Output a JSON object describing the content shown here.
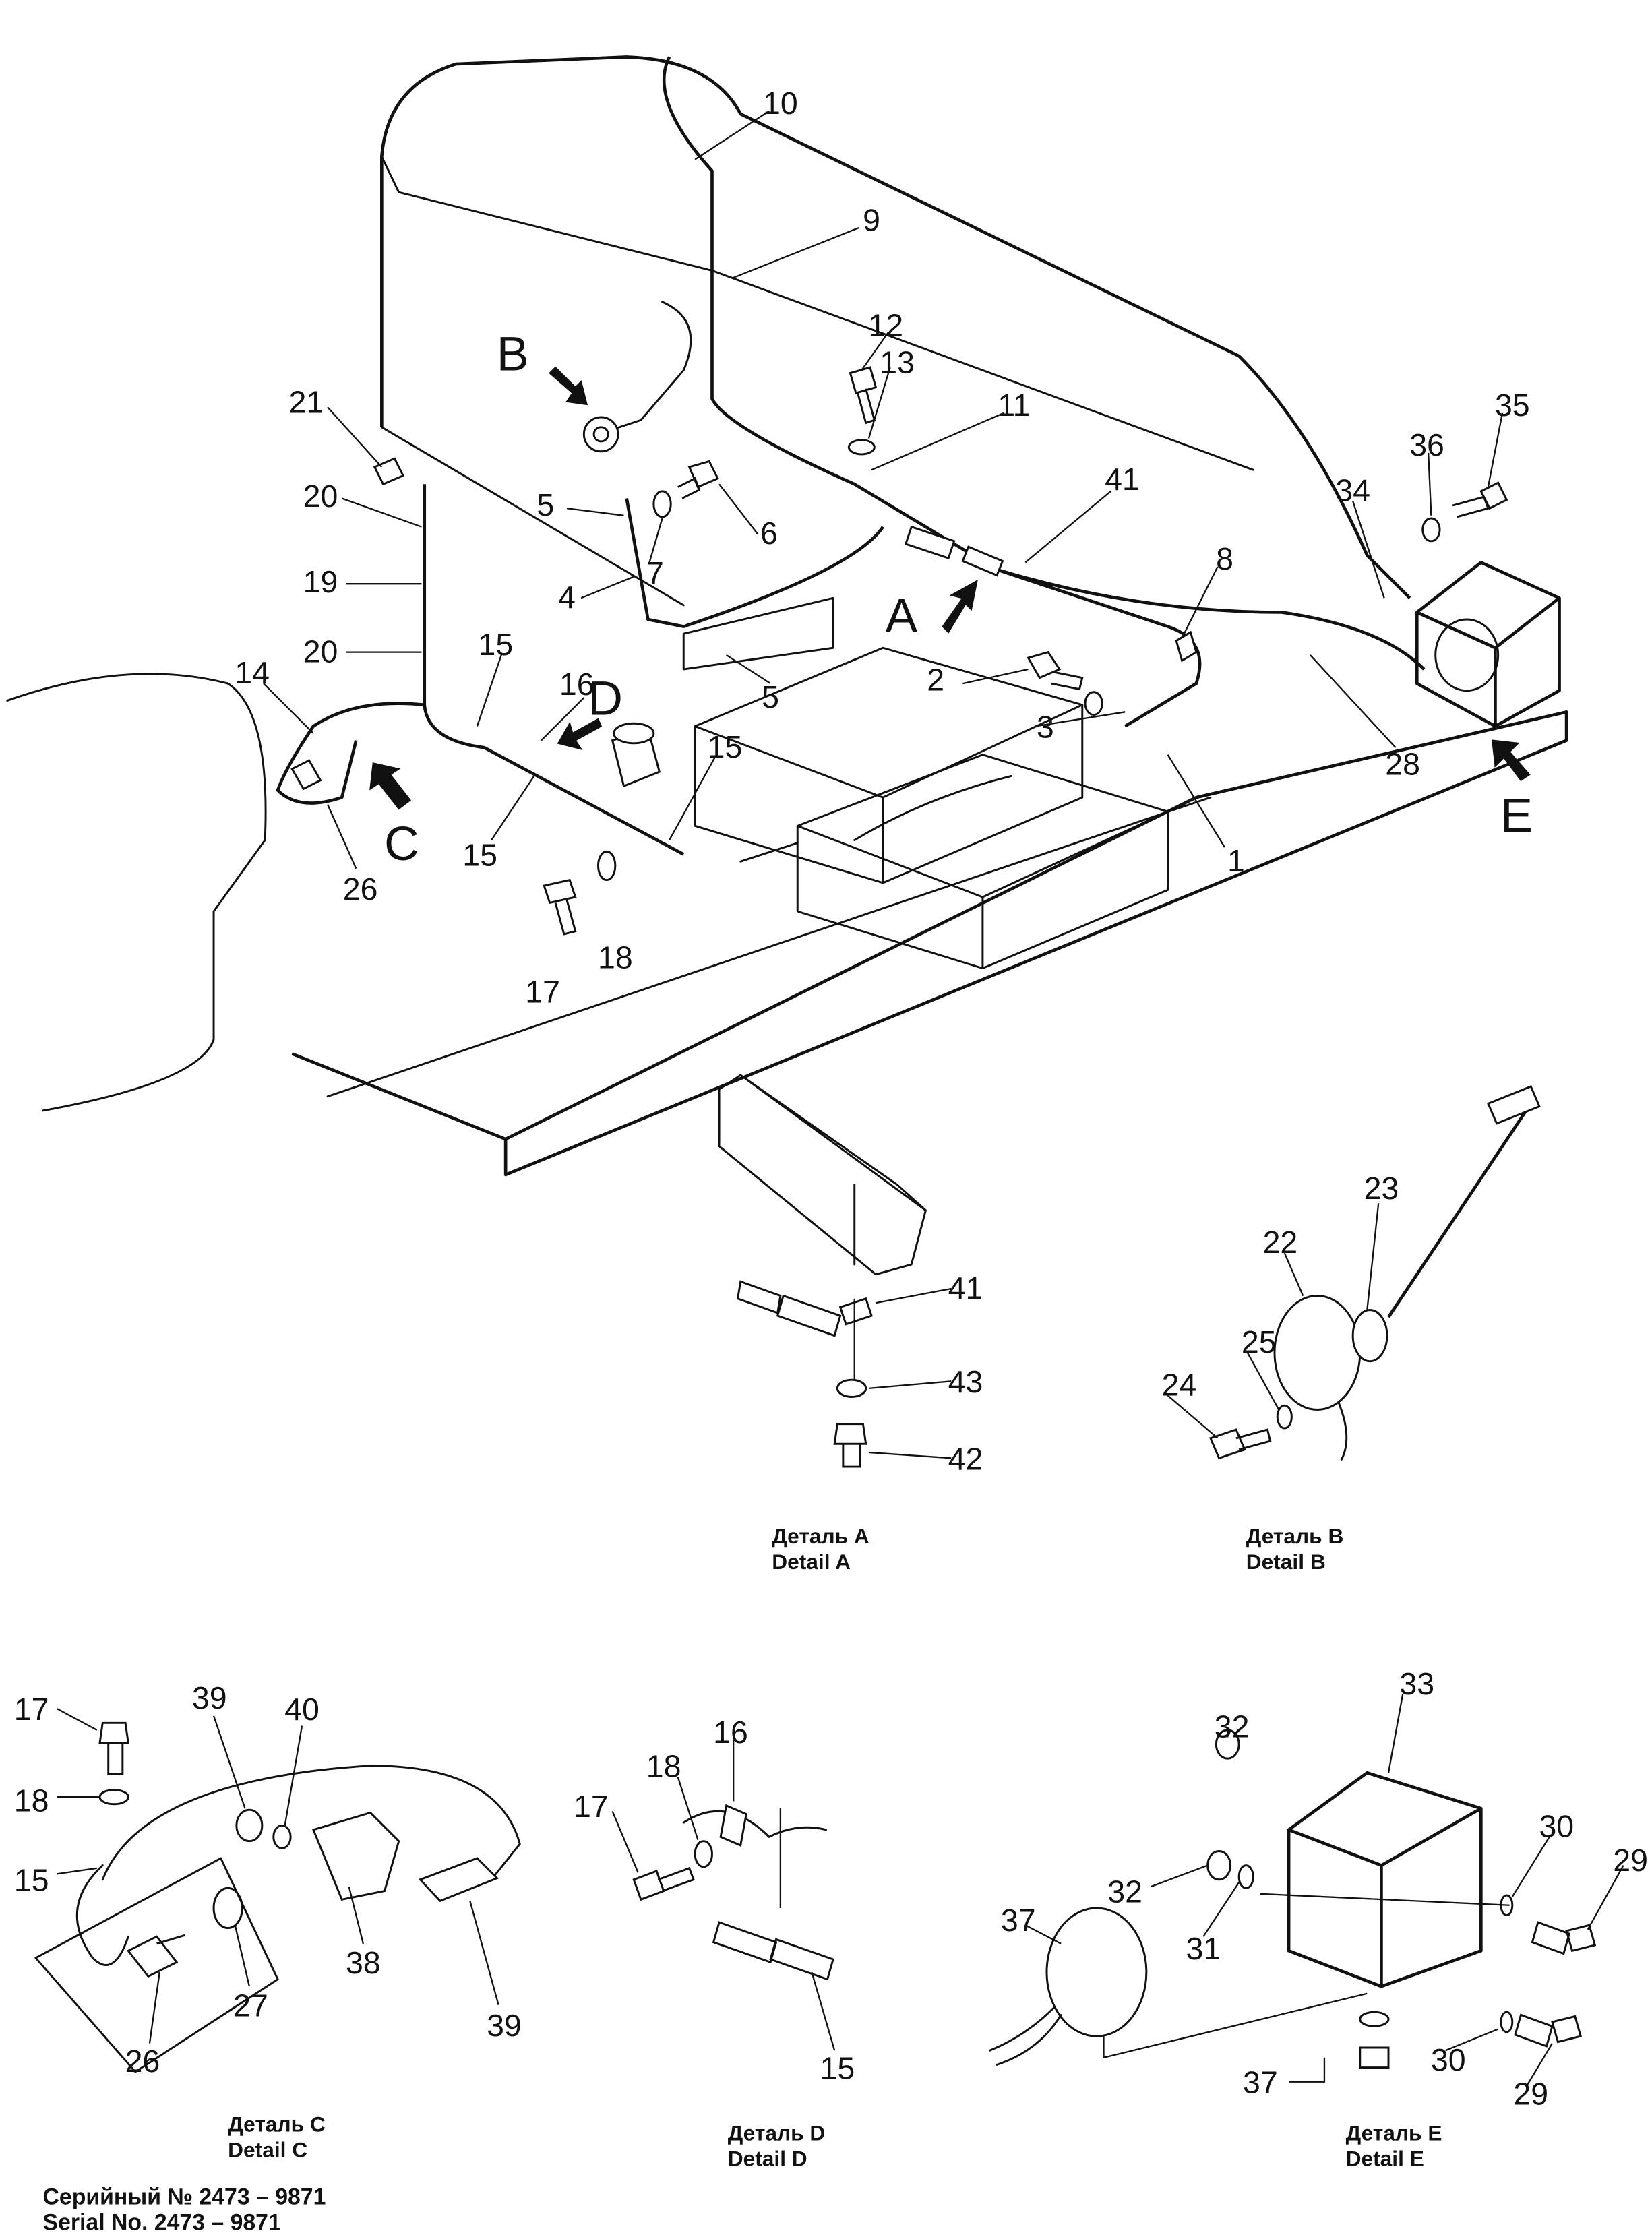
{
  "callouts": {
    "main": [
      "10",
      "9",
      "12",
      "13",
      "11",
      "41",
      "35",
      "36",
      "34",
      "8",
      "21",
      "20",
      "19",
      "20",
      "5",
      "7",
      "6",
      "4",
      "2",
      "3",
      "5",
      "15",
      "16",
      "14",
      "15",
      "15",
      "26",
      "17",
      "18",
      "1",
      "28"
    ],
    "view_arrows": [
      "A",
      "B",
      "C",
      "D",
      "E"
    ],
    "detail_a": [
      "41",
      "43",
      "42"
    ],
    "detail_b": [
      "23",
      "22",
      "25",
      "24"
    ],
    "detail_c": [
      "17",
      "39",
      "40",
      "18",
      "15",
      "27",
      "38",
      "39",
      "26"
    ],
    "detail_d": [
      "16",
      "18",
      "17",
      "15"
    ],
    "detail_e": [
      "33",
      "32",
      "30",
      "29",
      "32",
      "31",
      "37",
      "30",
      "29",
      "37"
    ]
  },
  "captions": {
    "detail_a": {
      "ru": "Деталь A",
      "en": "Detail A"
    },
    "detail_b": {
      "ru": "Деталь B",
      "en": "Detail B"
    },
    "detail_c": {
      "ru": "Деталь C",
      "en": "Detail C"
    },
    "detail_d": {
      "ru": "Деталь D",
      "en": "Detail D"
    },
    "detail_e": {
      "ru": "Деталь E",
      "en": "Detail E"
    }
  },
  "serial": {
    "ru": "Серийный № 2473 – 9871",
    "en": "Serial No. 2473 – 9871"
  }
}
